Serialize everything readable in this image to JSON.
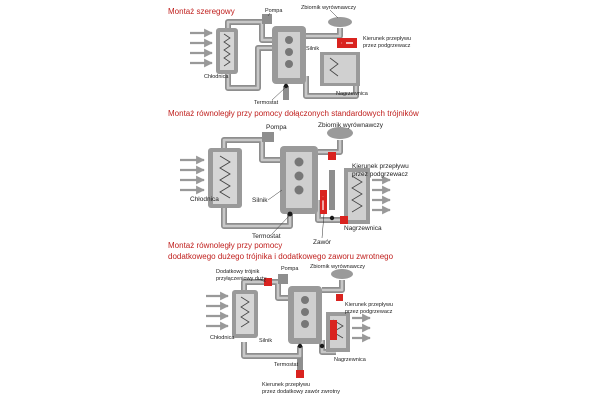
{
  "diagrams": [
    {
      "title": "Montaż szeregowy",
      "labels": {
        "pump": "Pompa",
        "tank": "Zbiornik wyrównawczy",
        "flow_direction_1": "Kierunek przepływu",
        "flow_direction_2": "przez podgrzewacz",
        "engine": "Silnik",
        "radiator": "Chłodnica",
        "thermostat": "Termostat",
        "heater": "Nagrzewnica"
      }
    },
    {
      "title": "Montaż równoległy przy pomocy dołączonych standardowych trójników",
      "labels": {
        "pump": "Pompa",
        "tank": "Zbiornik wyrównawczy",
        "flow_direction_1": "Kierunek przepływu",
        "flow_direction_2": "przez podgrzewacz",
        "engine": "Silnik",
        "radiator": "Chłodnica",
        "thermostat": "Termostat",
        "heater": "Nagrzewnica",
        "valve": "Zawór"
      }
    },
    {
      "title_line1": "Montaż równoległy przy pomocy",
      "title_line2": "dodatkowego dużego trójnika i dodatkowego zaworu zwrotnego",
      "labels": {
        "extra_tee_1": "Dodatkowy trójnik",
        "extra_tee_2": "przyłączeniowy duży",
        "pump": "Pompa",
        "tank": "Zbiornik wyrównawczy",
        "flow_direction_1": "Kierunek przepływu",
        "flow_direction_2": "przez podgrzewacz",
        "engine": "Silnik",
        "radiator": "Chłodnica",
        "thermostat": "Termostat",
        "heater": "Nagrzewnica",
        "check_valve_1": "Kierunek przepływu",
        "check_valve_2": "przez dodatkowy zawór zwrotny"
      }
    }
  ],
  "colors": {
    "title": "#c0211f",
    "pipe": "#8e8e8e",
    "accent": "#d9231f",
    "joint": "#1a1a1a"
  }
}
